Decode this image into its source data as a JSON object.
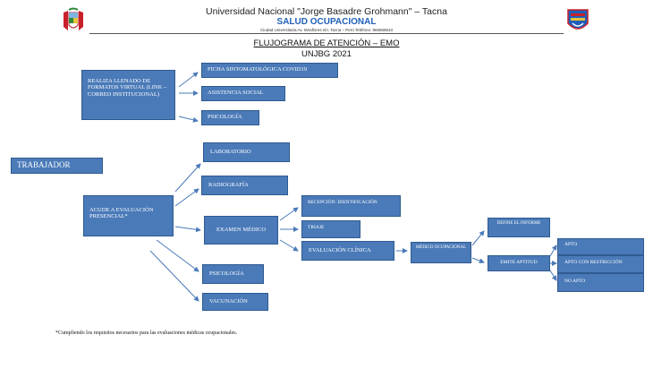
{
  "header": {
    "university": "Universidad Nacional \"Jorge Basadre Grohmann\" – Tacna",
    "department": "SALUD OCUPACIONAL",
    "address": "Ciudad Universitaria Av. Miraflores s/n.          Tacna – Perú          Teléfono: 866868633"
  },
  "document": {
    "title": "FLUJOGRAMA DE ATENCIÓN – EMO",
    "subtitle": "UNJBG 2021"
  },
  "nodes": {
    "trabajador": "TRABAJADOR",
    "virtual": "REALIZA LLENADO DE FORMATOS VIRTUAL (LINK – CORREO INSTITUCIONAL)",
    "ficha": "FICHA SINTOMATOLÓGICA COVID19",
    "asistencia": "ASISTENCIA SOCIAL",
    "psicologia_virtual": "PSICOLOGÍA",
    "presencial": "ACUDE A EVALUACIÓN PRESENCIAL*",
    "laboratorio": "LABORATORIO",
    "radiografia": "RADIOGRAFÍA",
    "examen": "EXAMEN MÉDICO",
    "psicologia_presencial": "PSICOLOGÍA",
    "vacunacion": "VACUNACIÓN",
    "recepcion": "RECEPCIÓN: IDENTIFICACIÓN",
    "triaje": "TRIAJE",
    "evaluacion": "EVALUACIÓN CLÍNICA",
    "medico": "MÉDICO OCUPACIONAL",
    "informe": "DEFINE EL INFORME",
    "aptitud": "EMITE APTITUD",
    "apto": "APTO",
    "apto_restriccion": "APTO CON RESTRICCIÓN",
    "no_apto": "NO APTO"
  },
  "footnote": "*Cumpliendo los requisitos necesarios para las evaluaciones médicas ocupacionales.",
  "colors": {
    "box_fill": "#4a7ab8",
    "box_border": "#2f5a90",
    "arrow": "#4a7ab8",
    "accent_title": "#1f5fb8"
  }
}
